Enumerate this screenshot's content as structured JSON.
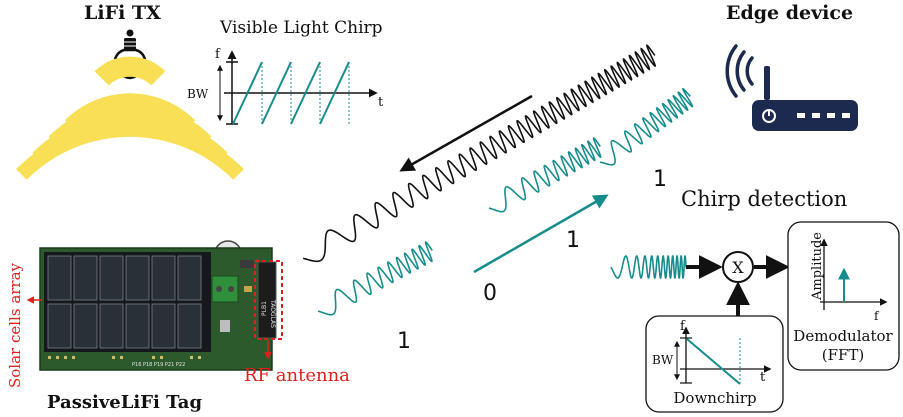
{
  "labels": {
    "lifi_tx": "LiFi TX",
    "edge_device": "Edge device",
    "visible_light_chirp": "Visible Light Chirp",
    "chirp_detection": "Chirp detection",
    "passive_tag": "PassiveLiFi Tag",
    "solar_cells": "Solar cells array",
    "rf_antenna": "RF antenna",
    "demodulator": "Demodulator",
    "fft": "(FFT)",
    "downchirp": "Downchirp",
    "mixer": "X"
  },
  "axes": {
    "f": "f",
    "t": "t",
    "bw": "BW",
    "amplitude": "Amplitude"
  },
  "bits": {
    "top_right": "1",
    "middle": "1",
    "zero": "0",
    "bottom_left": "1"
  },
  "board": {
    "label_text": "PLB1",
    "antenna_text": "TAOGLAS",
    "pin_labels": "P16 P18 P19 P21 P22"
  },
  "colors": {
    "teal": "#168c8c",
    "black": "#111111",
    "yellow": "#f8df55",
    "red": "#e0201b",
    "router": "#1b2a4e",
    "pcb": "#2d5a2c"
  }
}
